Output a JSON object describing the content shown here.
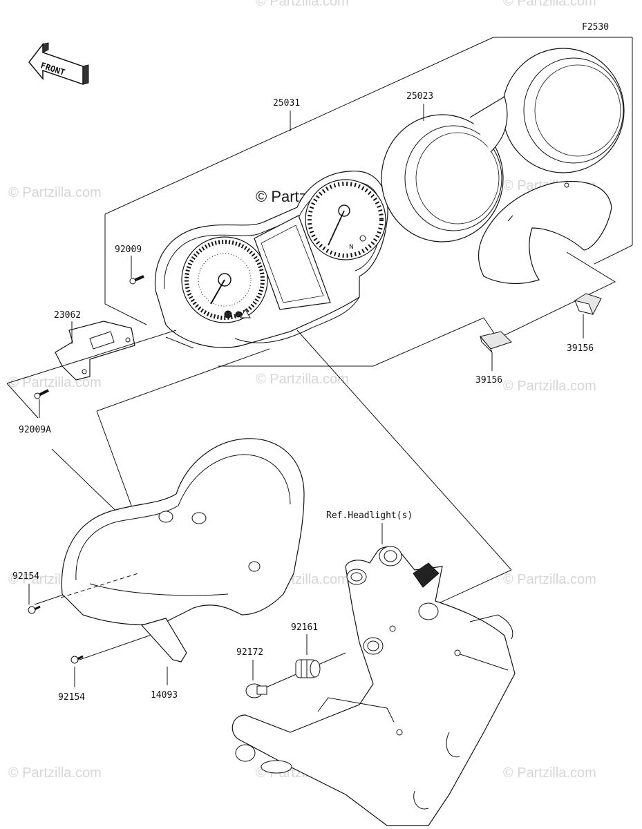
{
  "diagram_code": "F2530",
  "front_label": "FRONT",
  "watermark": "© Partzilla.com",
  "reference_label": "Ref.Headlight(s)",
  "parts": {
    "p25031": "25031",
    "p25023": "25023",
    "p92009": "92009",
    "p23062": "23062",
    "p92009a": "92009A",
    "p39156_right": "39156",
    "p39156_left": "39156",
    "p92154_top": "92154",
    "p92154_bottom": "92154",
    "p14093": "14093",
    "p92161": "92161",
    "p92172": "92172"
  },
  "colors": {
    "line": "#111111",
    "watermark": "#d6d6d6",
    "background": "#ffffff"
  }
}
